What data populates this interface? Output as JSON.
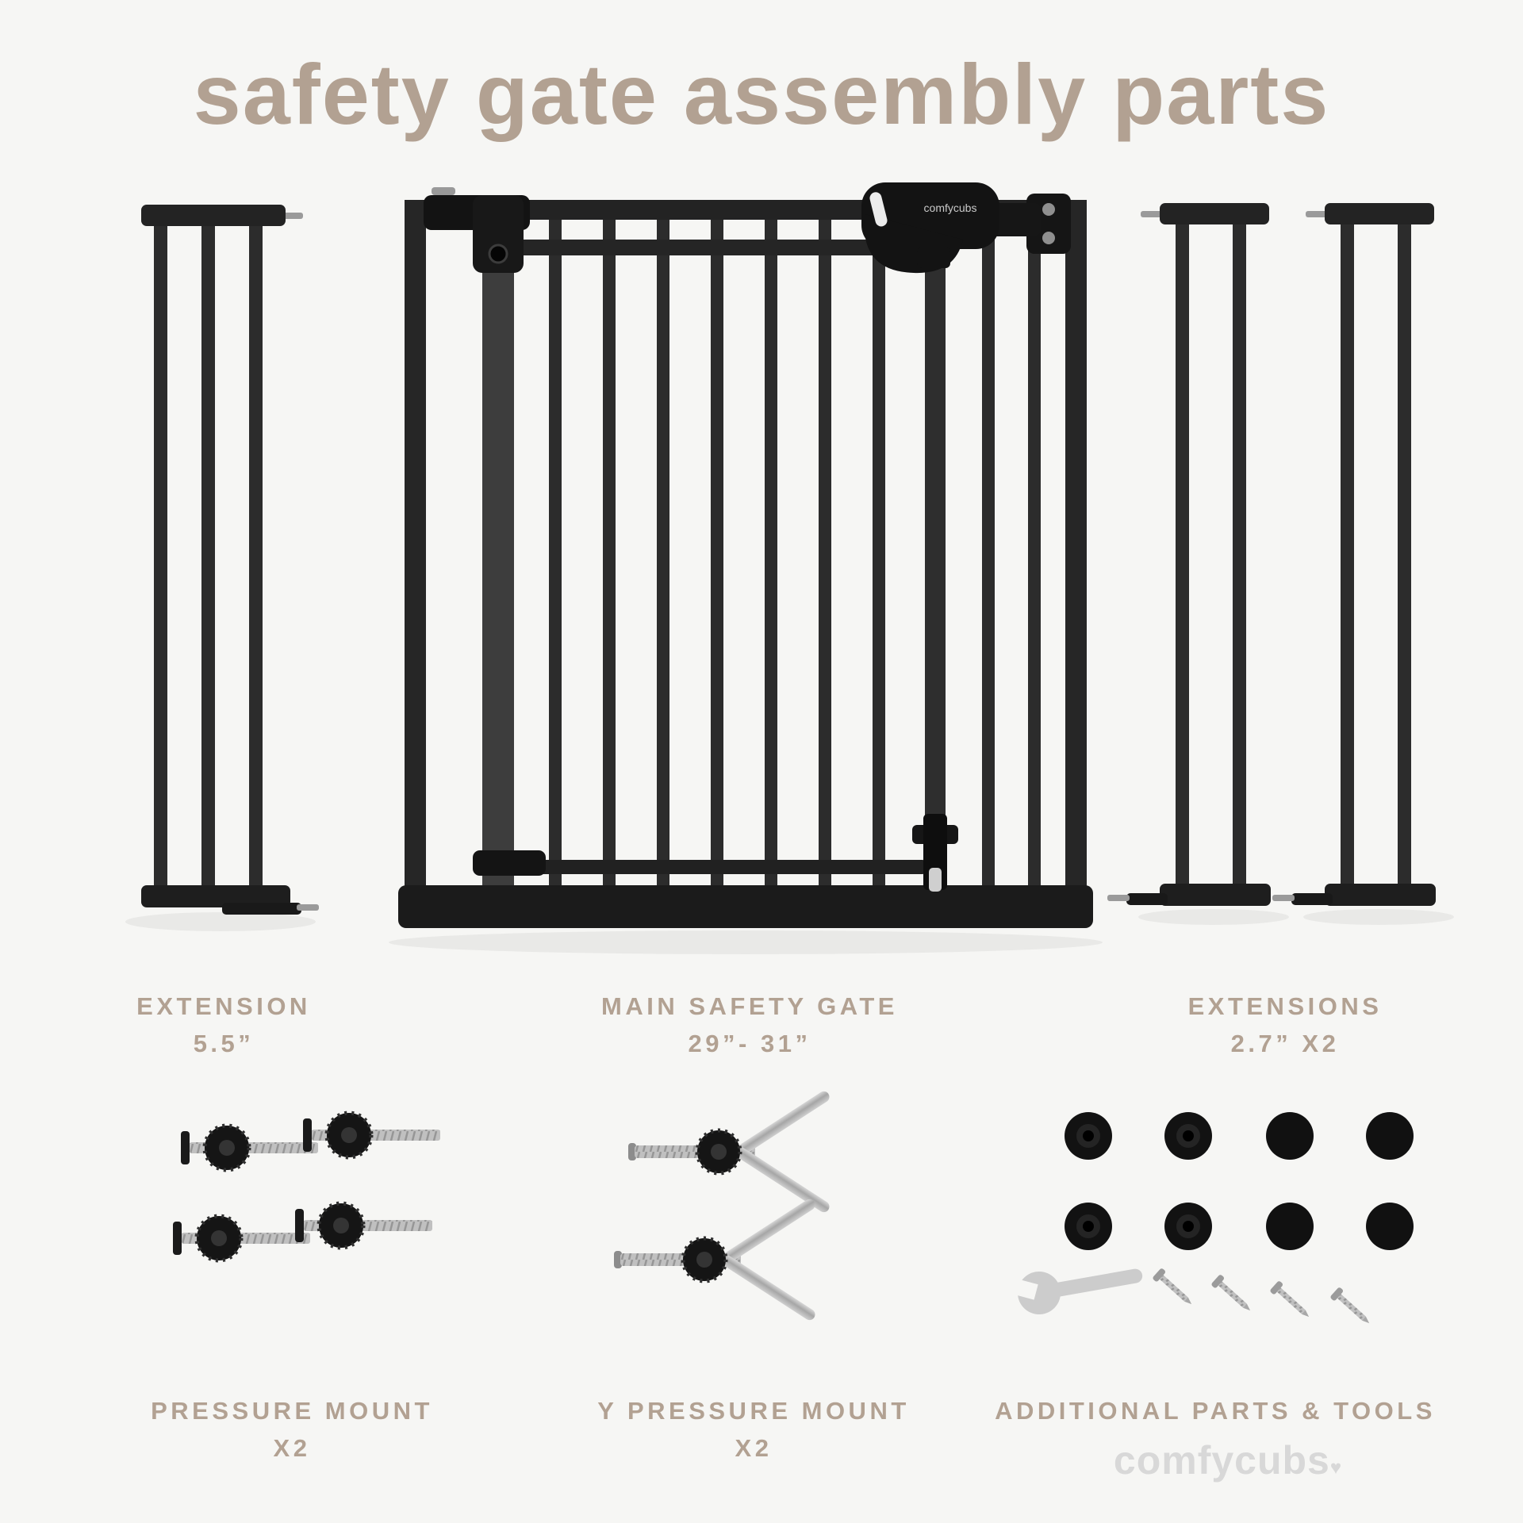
{
  "title": "safety gate assembly parts",
  "labels": {
    "extension": {
      "name": "EXTENSION",
      "size": "5.5”"
    },
    "main_gate": {
      "name": "MAIN SAFETY GATE",
      "size": "29”- 31”"
    },
    "extensions": {
      "name": "EXTENSIONS",
      "size": "2.7” X2"
    },
    "pressure_mount": {
      "name": "PRESSURE MOUNT",
      "qty": "X2"
    },
    "y_pressure_mount": {
      "name": "Y PRESSURE MOUNT",
      "qty": "X2"
    },
    "additional": {
      "name": "ADDITIONAL PARTS & TOOLS"
    }
  },
  "brand": {
    "logo_text": "comfycubs",
    "logo_heart": "♥",
    "latch_text": "comfycubs"
  },
  "colors": {
    "background": "#f6f6f4",
    "title_text": "#b2a192",
    "label_text": "#b2a192",
    "gate_dark": "#262626",
    "metal_silver": "#b9b9b9",
    "logo_text": "#d8d8d8"
  }
}
